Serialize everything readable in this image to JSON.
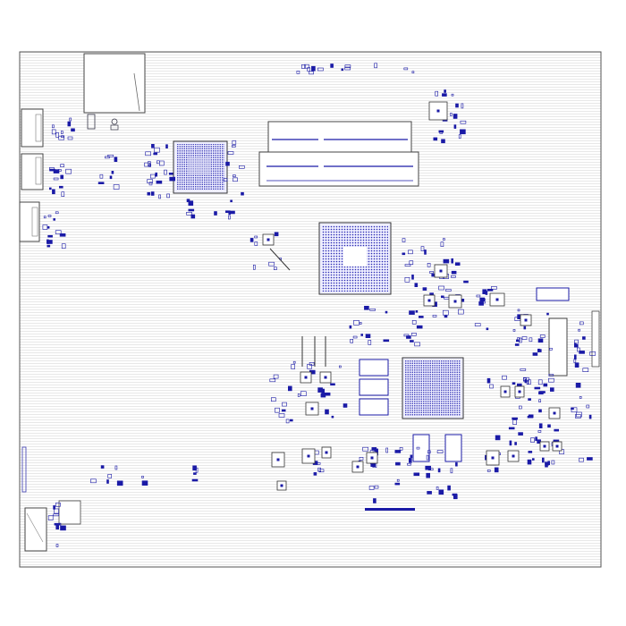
{
  "diagram": {
    "kind": "pcb-layout",
    "colors": {
      "background": "#ffffff",
      "board_fill": "#f8f8f8",
      "board_outline": "#555555",
      "hatch": "#d7d7d7",
      "component": "#1a1aa6",
      "component_light": "#6a6ad0",
      "outline": "#333333"
    },
    "components": [
      "usb-connector",
      "sata-connector",
      "hdmi-connector",
      "ethernet-jack",
      "cpu-bga",
      "pch-bga",
      "ec-chip",
      "gpu-bga",
      "sodimm-slot",
      "vram-chip",
      "fpc-connector",
      "passive-component"
    ]
  }
}
